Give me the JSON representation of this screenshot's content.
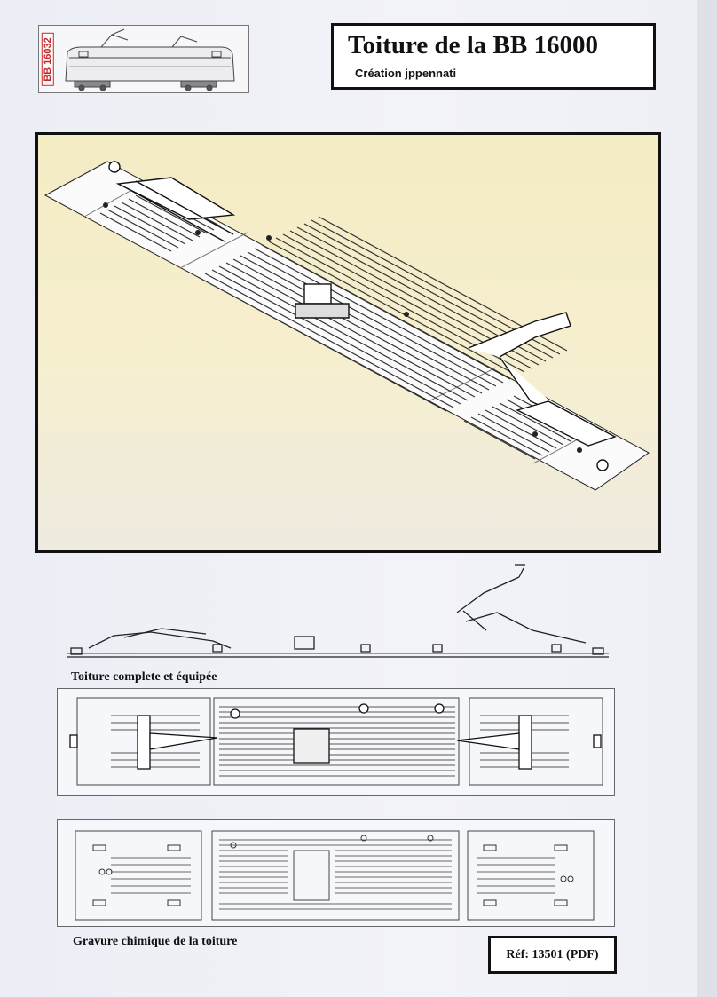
{
  "header": {
    "title": "Toiture de la BB 16000",
    "author": "Création jppennati",
    "loco_number": "BB 16032"
  },
  "drawing_captions": {
    "side_view": "Toiture complete et équipée",
    "etching": "Gravure chimique de la toiture"
  },
  "reference": "Réf: 13501 (PDF)",
  "colors": {
    "title_border": "#111111",
    "render_bg": "#f4ecc4",
    "loco_number_red": "#c4282b"
  }
}
